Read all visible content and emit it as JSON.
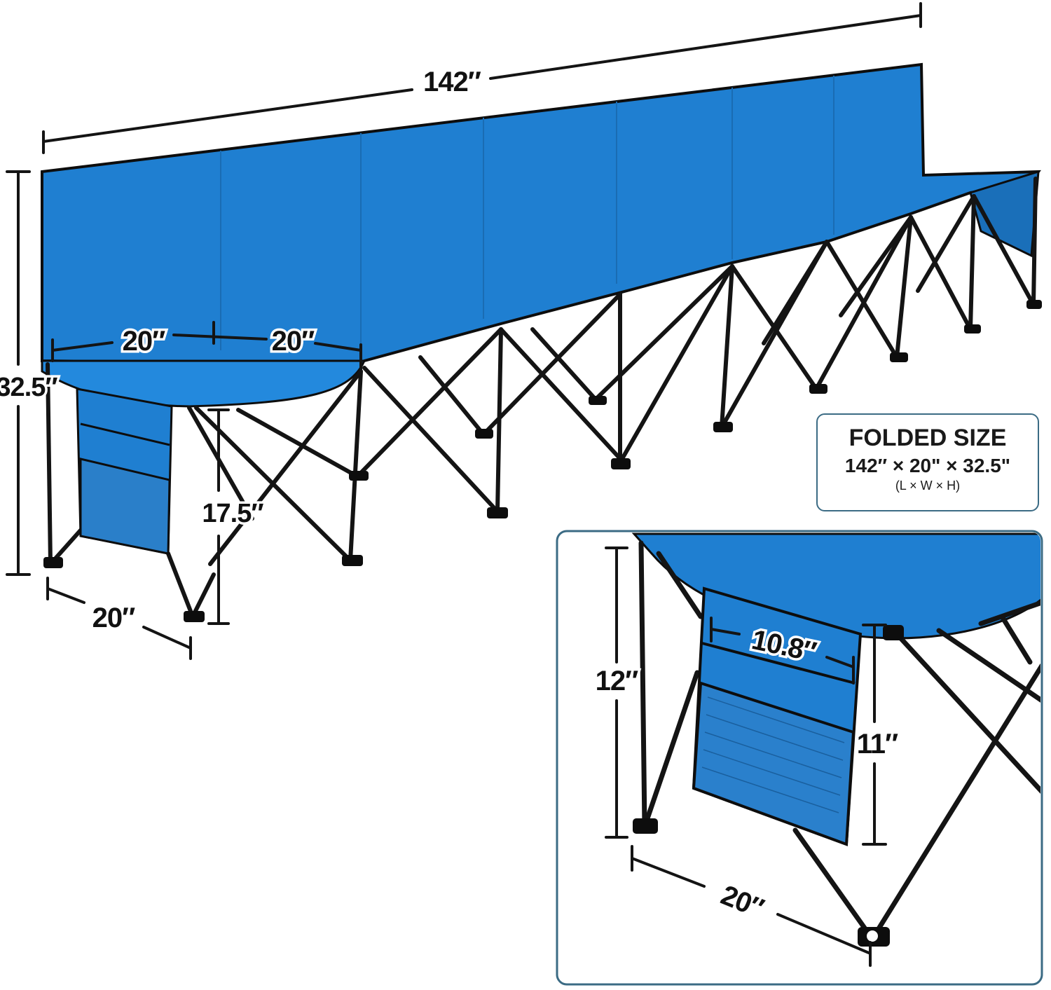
{
  "dimensions": {
    "length_label": "142″",
    "seat_width_left_label": "20″",
    "seat_width_right_label": "20″",
    "total_height_label": "32.5″",
    "seat_height_label": "17.5″",
    "depth_label": "20″"
  },
  "folded_size": {
    "title": "FOLDED SIZE",
    "value": "142″ × 20\" × 32.5\"",
    "order": "(L × W × H)"
  },
  "detail_inset": {
    "chair_height_label": "12″",
    "pocket_width_label": "10.8″",
    "pocket_height_label": "11″",
    "depth_label": "20″"
  },
  "colors": {
    "fabric": "#1f7fd1",
    "fabric_dark": "#155a99",
    "frame": "#141414",
    "inset_border": "#3b6b84"
  }
}
